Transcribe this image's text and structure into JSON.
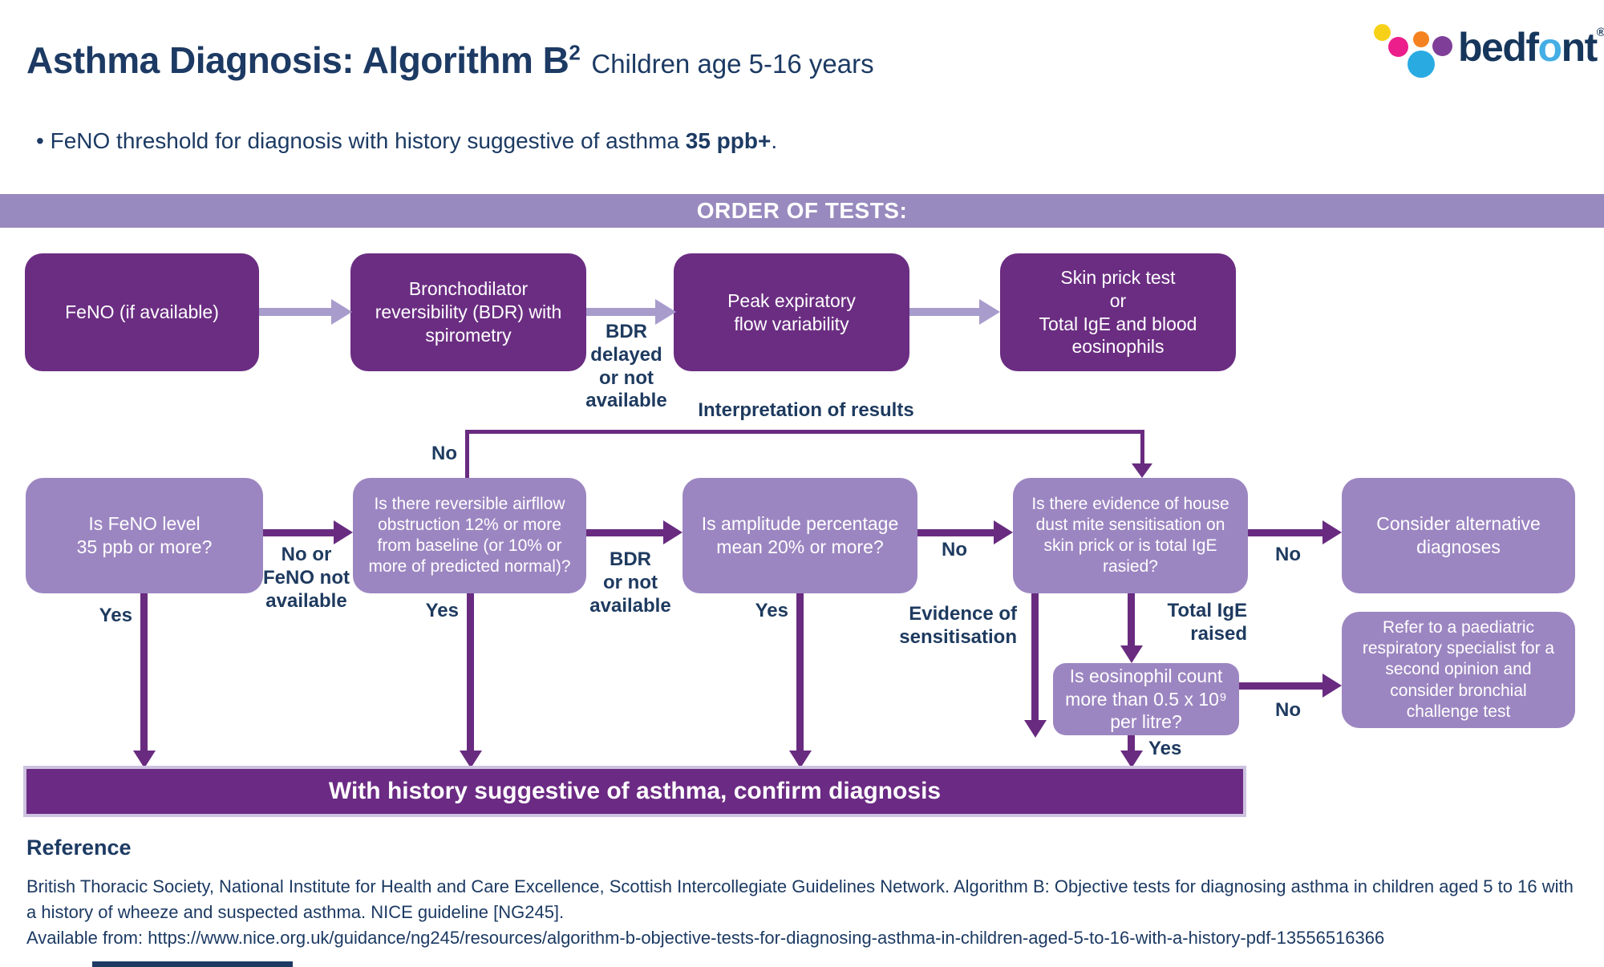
{
  "title": {
    "main": "Asthma Diagnosis: Algorithm B",
    "sup": "2",
    "subtitle": "Children age 5-16 years"
  },
  "bullet": {
    "marker": "•",
    "text": "FeNO threshold for diagnosis with history suggestive of asthma ",
    "bold": "35 ppb+",
    "end": "."
  },
  "logo": {
    "part1": "bedf",
    "part2": "o",
    "part3": "nt",
    "reg": "®",
    "colors": {
      "yellow": "#f7d117",
      "magenta": "#ec1e8c",
      "orange": "#f58220",
      "purple": "#7f3f98",
      "blue": "#29abe2",
      "navy": "#16365c",
      "light_blue_o": "#45aee5"
    }
  },
  "band_label": "ORDER OF TESTS:",
  "row1": {
    "box1": "FeNO (if available)",
    "box2": "Bronchodilator\nreversibility (BDR) with\nspirometry",
    "box3": "Peak expiratory\nflow variability",
    "box4": "Skin prick test\nor\nTotal IgE and blood\neosinophils"
  },
  "row2": {
    "box1": "Is FeNO level\n35 ppb or more?",
    "box2": "Is there reversible airfllow\nobstruction 12% or more\nfrom baseline (or 10% or\nmore of predicted normal)?",
    "box3": "Is amplitude percentage\nmean 20% or more?",
    "box4": "Is there evidence of house\ndust mite sensitisation on\nskin prick or is total IgE\nrasied?",
    "box5": "Consider alternative\ndiagnoses",
    "eosinophil": "Is eosinophil count\nmore than 0.5 x 10⁹\nper litre?",
    "refer": "Refer to a paediatric\nrespiratory specialist for a\nsecond opinion and\nconsider bronchial\nchallenge test"
  },
  "labels": {
    "bdr_delayed": "BDR\ndelayed\nor not\navailable",
    "interpretation": "Interpretation of results",
    "no_top": "No",
    "no_or_feno": "No or\nFeNO not\navailable",
    "yes1": "Yes",
    "bdr_or_not": "BDR\nor not\navailable",
    "yes2": "Yes",
    "no_amplitude": "No",
    "yes3": "Yes",
    "evidence": "Evidence of\nsensitisation",
    "no_housedust": "No",
    "total_ige": "Total IgE\nraised",
    "no_eosinophil": "No",
    "yes_eosinophil": "Yes"
  },
  "confirm_bar": "With history suggestive of asthma, confirm diagnosis",
  "reference": {
    "heading": "Reference",
    "para1": "British Thoracic Society, National Institute for Health and Care Excellence, Scottish Intercollegiate Guidelines Network. Algorithm B: Objective tests for diagnosing asthma in children aged 5 to 16 with a history of wheeze and suspected asthma. NICE guideline [NG245].",
    "para2": "Available from: https://www.nice.org.uk/guidance/ng245/resources/algorithm-b-objective-tests-for-diagnosing-asthma-in-children-aged-5-to-16-with-a-history-pdf-13556516366"
  },
  "colors": {
    "dark_purple": "#6b2d82",
    "light_purple": "#9c86c1",
    "band_purple": "#988abe",
    "light_arrow": "#a89ccd",
    "dark_line": "#692b80",
    "navy_text": "#1e3a5f"
  }
}
